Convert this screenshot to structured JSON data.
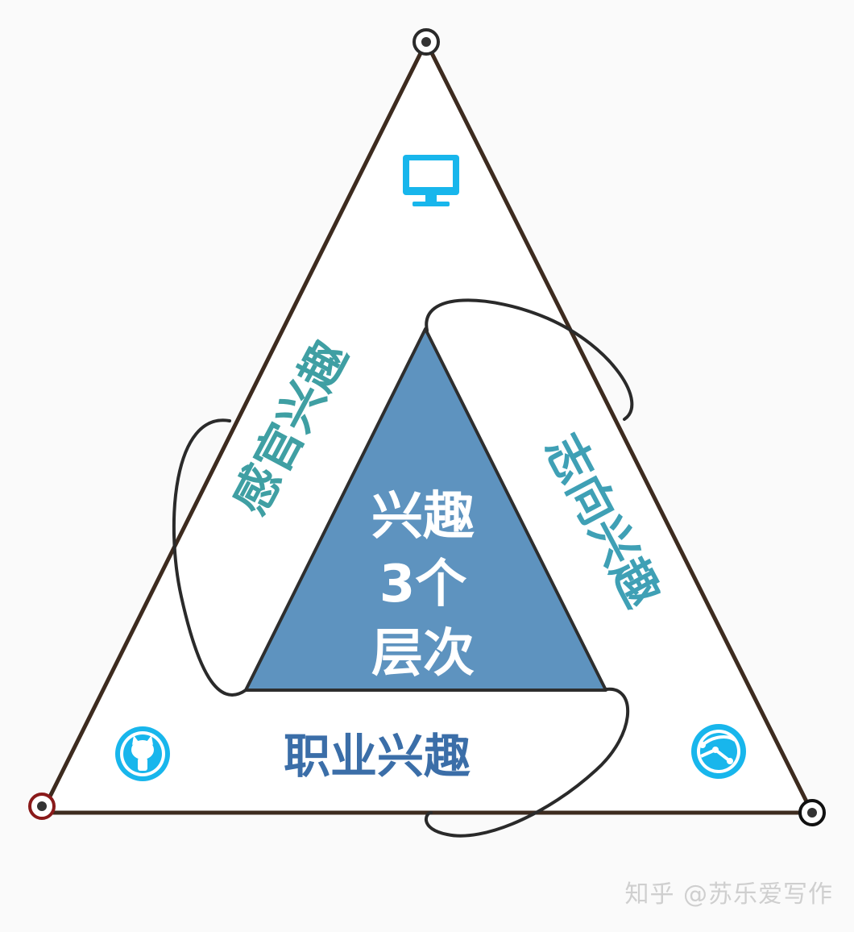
{
  "center": {
    "lines": [
      "兴趣",
      "3个",
      "层次"
    ]
  },
  "labels": {
    "left": "感官兴趣",
    "right": "志向兴趣",
    "bottom": "职业兴趣"
  },
  "icons": {
    "top": "monitor-icon",
    "bottom_left": "octocat-icon",
    "bottom_right": "globe-network-icon"
  },
  "colors": {
    "outline": "#3d2b1f",
    "inner_triangle": "#5e93bf",
    "left_label": "#3f9fa3",
    "right_label": "#3fa0b5",
    "bottom_label": "#3b6ea8",
    "icon": "#18b6ec",
    "loop": "#2a2a2a"
  },
  "watermark": "知乎 @苏乐爱写作"
}
